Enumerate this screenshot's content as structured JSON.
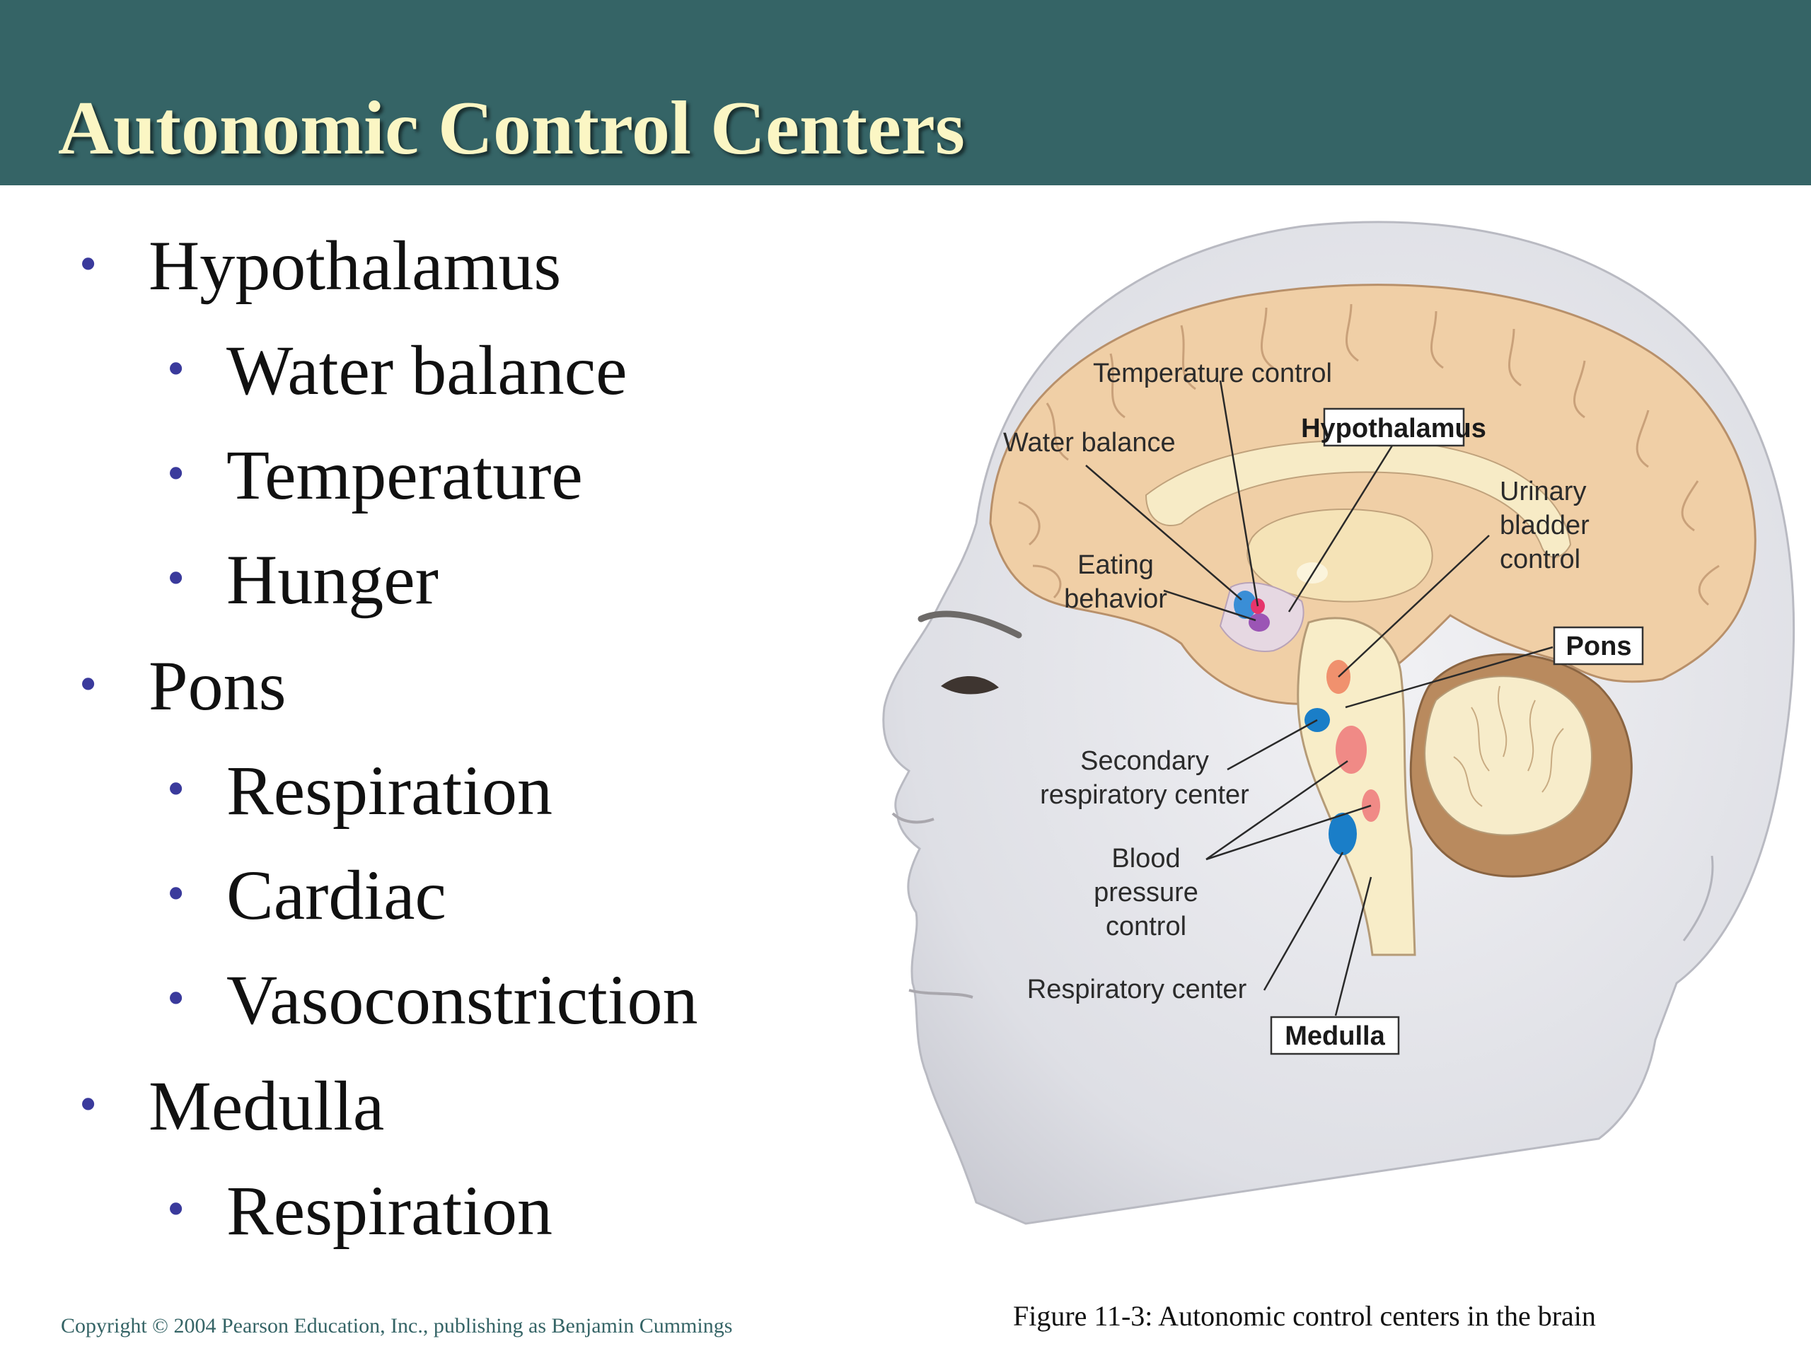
{
  "slide": {
    "title": "Autonomic Control Centers",
    "bullets": [
      {
        "text": "Hypothalamus",
        "level": 1
      },
      {
        "text": "Water balance",
        "level": 2
      },
      {
        "text": "Temperature",
        "level": 2
      },
      {
        "text": "Hunger",
        "level": 2
      },
      {
        "text": "Pons",
        "level": 1
      },
      {
        "text": "Respiration",
        "level": 2
      },
      {
        "text": "Cardiac",
        "level": 2
      },
      {
        "text": "Vasoconstriction",
        "level": 2
      },
      {
        "text": "Medulla",
        "level": 1
      },
      {
        "text": "Respiration",
        "level": 2
      }
    ],
    "bullet_glyph": "•",
    "caption": "Figure 11-3: Autonomic control centers in the brain",
    "copyright": "Copyright © 2004 Pearson Education, Inc., publishing as Benjamin Cummings"
  },
  "figure": {
    "labels": {
      "temperature_control": "Temperature control",
      "water_balance": "Water balance",
      "hypothalamus": "Hypothalamus",
      "urinary_1": "Urinary",
      "urinary_2": "bladder",
      "urinary_3": "control",
      "eating_1": "Eating",
      "eating_2": "behavior",
      "pons": "Pons",
      "secondary_1": "Secondary",
      "secondary_2": "respiratory center",
      "blood_1": "Blood",
      "blood_2": "pressure",
      "blood_3": "control",
      "respiratory_center": "Respiratory center",
      "medulla": "Medulla"
    }
  },
  "colors": {
    "header": "#356466",
    "title_text": "#fbf6c4",
    "bullet_dot": "#3a3a9c",
    "copyright_text": "#356466",
    "brain": "#f0cfa6",
    "brainstem": "#f8edc8"
  }
}
